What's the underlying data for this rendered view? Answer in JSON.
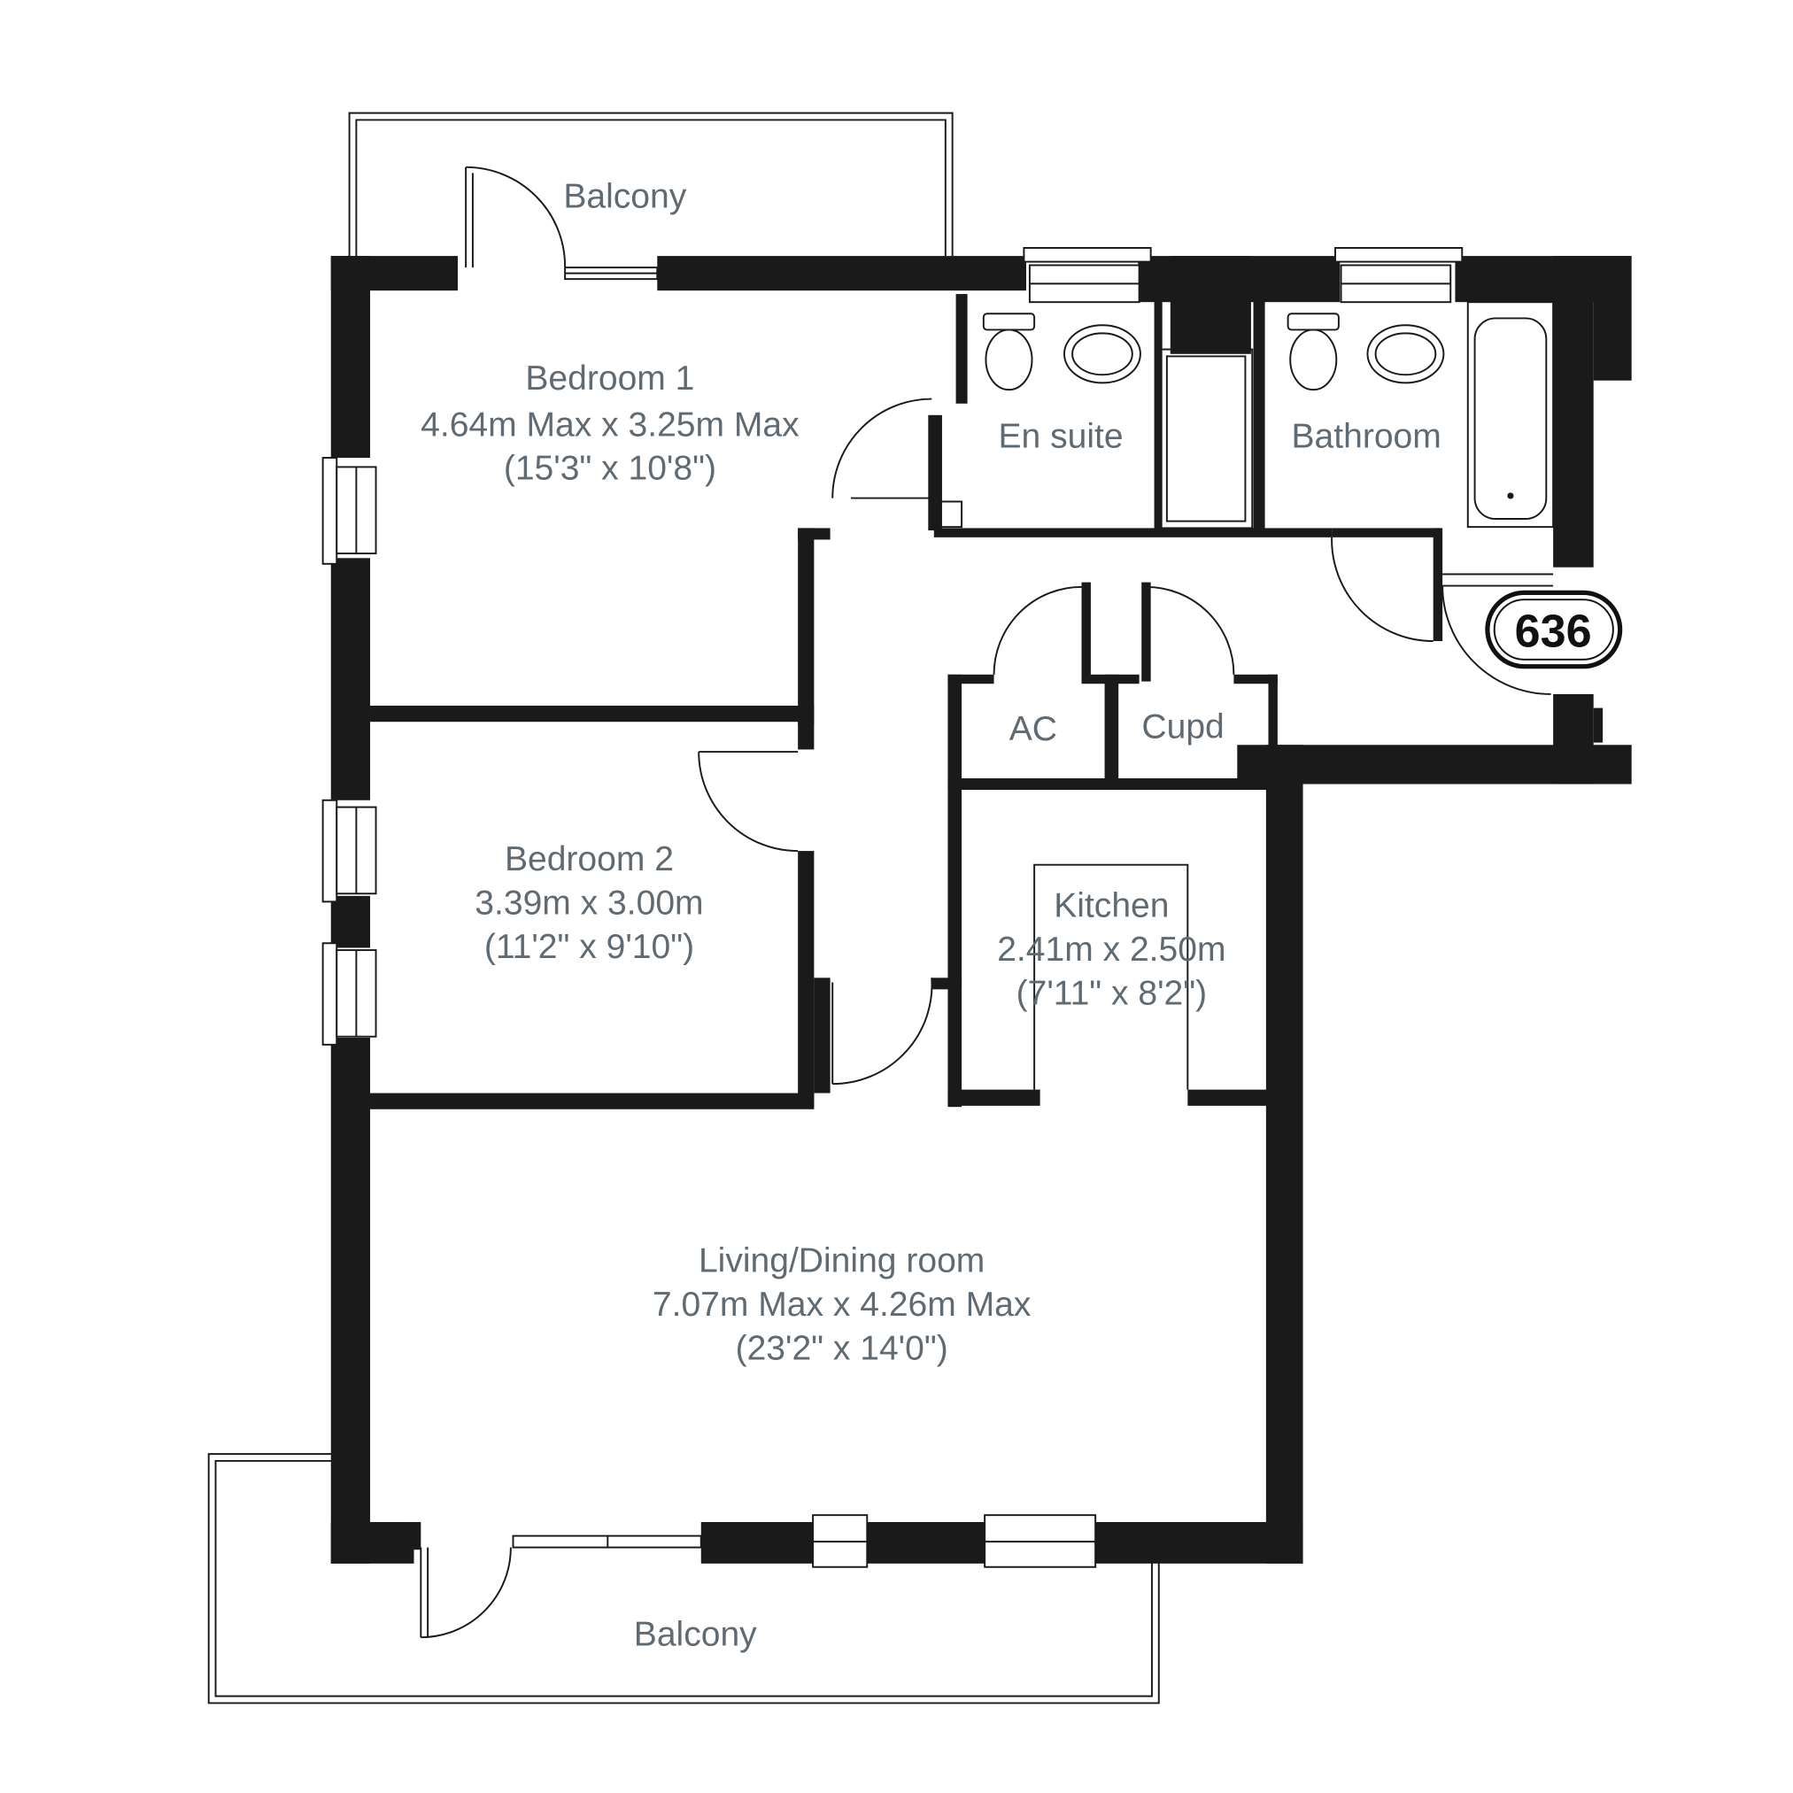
{
  "colors": {
    "wall": "#1a1a1a",
    "label": "#606a72",
    "background": "#ffffff",
    "fixture": "#1a1a1a"
  },
  "rooms": {
    "balcony_top": {
      "name": "Balcony"
    },
    "bedroom1": {
      "name": "Bedroom 1",
      "dims": "4.64m Max x 3.25m Max",
      "imperial": "(15'3\" x 10'8\")"
    },
    "en_suite": {
      "name": "En suite"
    },
    "bathroom": {
      "name": "Bathroom"
    },
    "ac": {
      "name": "AC"
    },
    "cupd": {
      "name": "Cupd"
    },
    "bedroom2": {
      "name": "Bedroom 2",
      "dims": "3.39m x 3.00m",
      "imperial": "(11'2\" x 9'10\")"
    },
    "kitchen": {
      "name": "Kitchen",
      "dims": "2.41m x 2.50m",
      "imperial": "(7'11\" x 8'2\")"
    },
    "living": {
      "name": "Living/Dining room",
      "dims": "7.07m Max x 4.26m Max",
      "imperial": "(23'2\" x 14'0\")"
    },
    "balcony_bottom": {
      "name": "Balcony"
    }
  },
  "unit_number": "636"
}
